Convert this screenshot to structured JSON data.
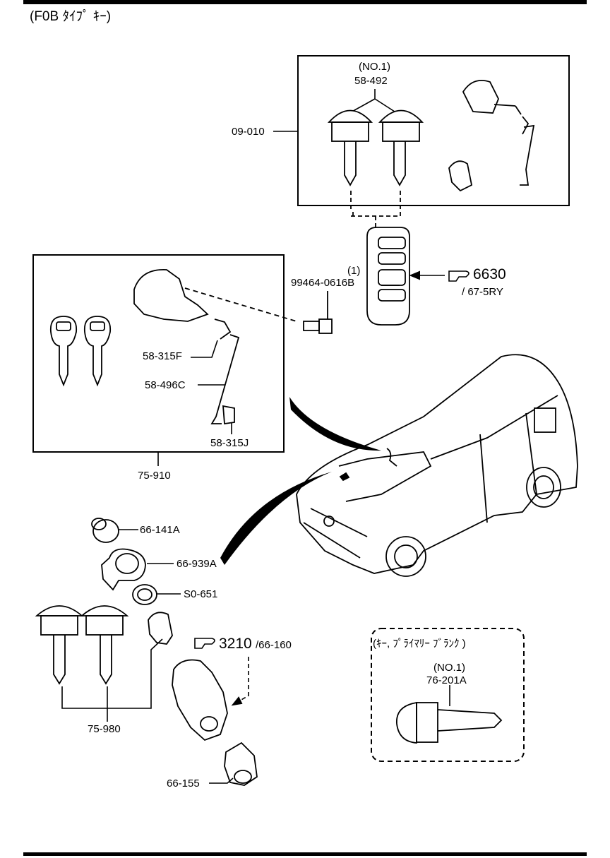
{
  "header": {
    "title": "(F0B ﾀｲﾌﾟ ｷｰ)"
  },
  "top_box": {
    "qty_note": "(NO.1)",
    "key_part": "58-492",
    "box_part": "09-010"
  },
  "fob": {
    "bolt_qty": "(1)",
    "bolt_part": "99464-0616B",
    "ref_number": "6630",
    "ref_sub": "/ 67-5RY"
  },
  "left_box": {
    "part_a": "58-315F",
    "part_b": "58-496C",
    "part_c": "58-315J",
    "box_part": "75-910"
  },
  "lower_parts": {
    "p1": "66-141A",
    "p2": "66-939A",
    "p3": "S0-651",
    "ref_number": "3210",
    "ref_sub": "/66-160",
    "key_set": "75-980",
    "p4": "66-155"
  },
  "blank_box": {
    "title": "(ｷｰ, ﾌﾟﾗｲﾏﾘｰ ﾌﾞﾗﾝｸ )",
    "qty_note": "(NO.1)",
    "part": "76-201A"
  },
  "icons": [
    "pointing-hand-icon",
    "pointing-hand-icon"
  ]
}
